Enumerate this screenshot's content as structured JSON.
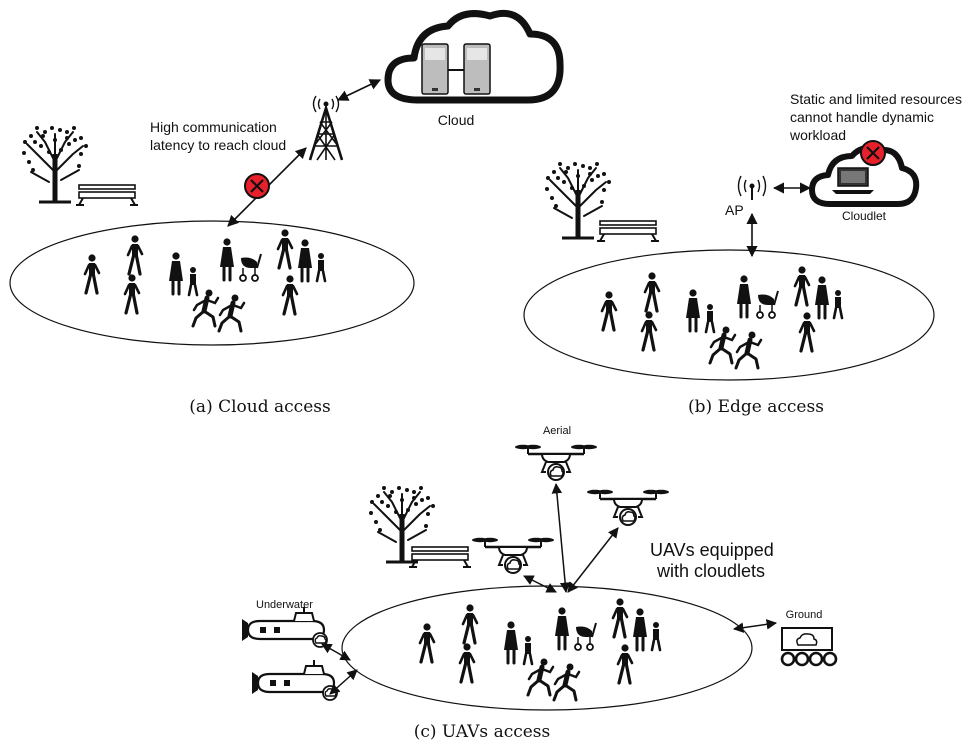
{
  "panel_a": {
    "caption": "(a) Cloud access",
    "latency_line1": "High communication",
    "latency_line2": "latency to reach cloud",
    "cloud_label": "Cloud"
  },
  "panel_b": {
    "caption": "(b) Edge access",
    "ap_label": "AP",
    "cloudlet_label": "Cloudlet",
    "limit_line1": "Static and limited resources",
    "limit_line2": "cannot handle dynamic",
    "limit_line3": "workload"
  },
  "panel_c": {
    "caption": "(c) UAVs access",
    "aerial_label": "Aerial",
    "underwater_label": "Underwater",
    "ground_label": "Ground",
    "uav_line1": "UAVs equipped",
    "uav_line2": "with cloudlets"
  },
  "colors": {
    "ink": "#111111",
    "block_red": "#e8202a",
    "server_gray": "#b9b9b9"
  },
  "icons": [
    "tree-icon",
    "bench-icon",
    "pedestrian-icon",
    "cell-tower-icon",
    "server-icon",
    "laptop-icon",
    "drone-icon",
    "submarine-icon",
    "rover-icon",
    "blocked-icon"
  ]
}
